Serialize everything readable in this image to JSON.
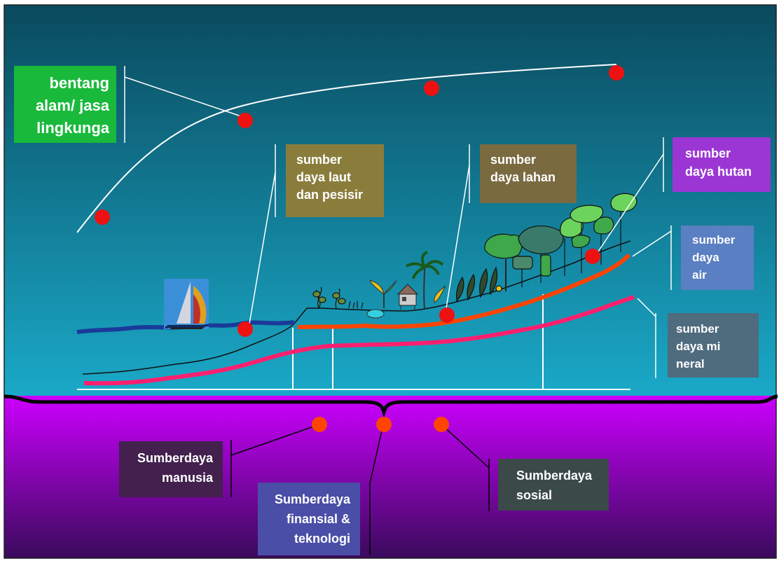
{
  "labels": {
    "bentang": "bentang\nalam/ jasa\nlingkunga",
    "laut": "sumber\ndaya laut\ndan pesisir",
    "lahan": "sumber\ndaya lahan",
    "hutan": "sumber\ndaya hutan",
    "air": "sumber\ndaya\nair",
    "mineral": "sumber\ndaya mi\nneral",
    "manusia": "Sumberdaya\nmanusia",
    "finansial": "Sumberdaya\nfinansial &\nteknologi",
    "sosial": "Sumberdaya\nsosial"
  },
  "colors": {
    "sky_top": "#0a4a5e",
    "sky_bottom": "#19a7c6",
    "lower_top": "#cc00ff",
    "lower_bottom": "#3d0a5e",
    "dot_red": "#ee1111",
    "dot_orange": "#ff4400",
    "sea": "#1a3a9a",
    "water_table": "#ff4400",
    "mineral_line": "#ff1f6e",
    "tree": "#3ea84a",
    "tree_light": "#6cd45c"
  },
  "icons": [
    "sailboat-icon",
    "house-icon",
    "palm-tree-icon",
    "forest-trees-icon",
    "plants-icon"
  ]
}
